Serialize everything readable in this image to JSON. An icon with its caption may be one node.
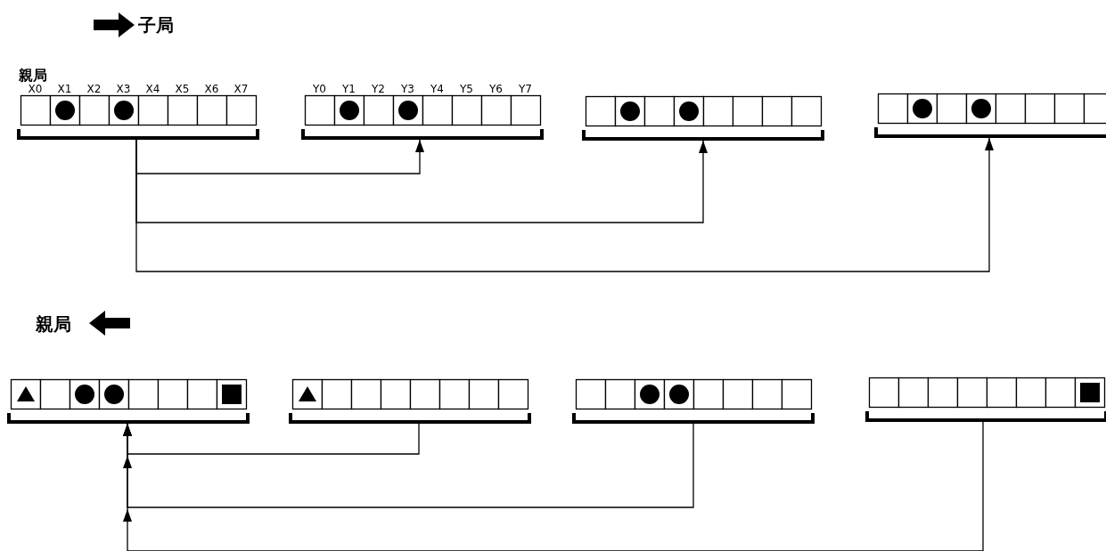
{
  "diagram": {
    "nodes": [
      {
        "text": [
          "親局",
          "X0",
          "X1",
          "X2",
          "X3",
          "X4",
          "X5",
          "X6",
          "X7"
        ]
      },
      {
        "text": [
          "Y0",
          "Y1",
          "Y2",
          "Y3",
          "Y4",
          "Y5",
          "Y6",
          "Y7"
        ]
      },
      {
        "text": [],
        "shape": "box"
      },
      {
        "text": [],
        "shape": "box"
      },
      {
        "text": [],
        "shape": "box"
      },
      {
        "text": [],
        "shape": "box"
      },
      {
        "text": [],
        "shape": "box"
      },
      {
        "text": [],
        "shape": "box"
      }
    ],
    "edges": [
      {
        "from": 0,
        "to": 1,
        "arrow": "to"
      },
      {
        "from": 0,
        "to": 2,
        "arrow": "to"
      },
      {
        "from": 0,
        "to": 3,
        "arrow": "to"
      },
      {
        "from": 5,
        "to": 4,
        "arrow": "to"
      },
      {
        "from": 6,
        "to": 4,
        "arrow": "to"
      },
      {
        "from": 7,
        "to": 4,
        "arrow": "to"
      }
    ],
    "labels": [
      "子局",
      "親局"
    ]
  }
}
